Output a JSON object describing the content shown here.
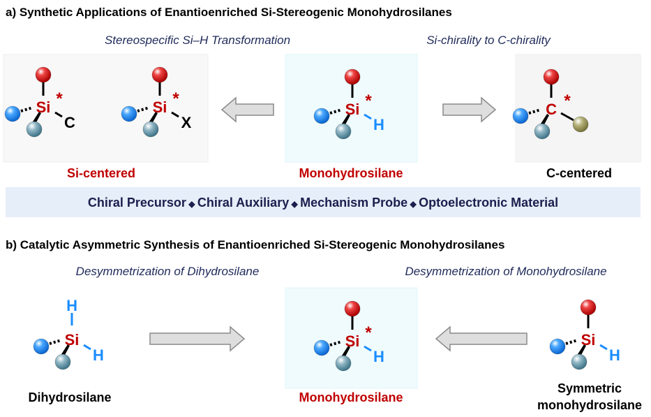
{
  "section_a": {
    "title": "a) Synthetic Applications of Enantioenriched Si-Stereogenic Monohydrosilanes",
    "subtitle_left": "Stereospecific Si–H Transformation",
    "subtitle_right": "Si-chirality to C-chirality",
    "label_si_centered": "Si-centered",
    "label_mono": "Monohydrosilane",
    "label_c_centered": "C-centered",
    "applications": [
      "Chiral Precursor",
      "Chiral Auxiliary",
      "Mechanism Probe",
      "Optoelectronic Material"
    ],
    "separator": "◆"
  },
  "section_b": {
    "title": "b) Catalytic Asymmetric Synthesis of Enantioenriched Si-Stereogenic Monohydrosilanes",
    "subtitle_left": "Desymmetrization of Dihydrosilane",
    "subtitle_right": "Desymmetrization of Monohydrosilane",
    "label_dihydro": "Dihydrosilane",
    "label_mono": "Monohydrosilane",
    "label_symmetric_1": "Symmetric",
    "label_symmetric_2": "monohydrosilane"
  },
  "atoms": {
    "si": "Si",
    "c": "C",
    "x": "X",
    "h": "H",
    "star": "*"
  },
  "colors": {
    "red": "#c00000",
    "navy": "#1f2a5a",
    "h_blue": "#1a8cff",
    "banner": "#e6eef9"
  }
}
